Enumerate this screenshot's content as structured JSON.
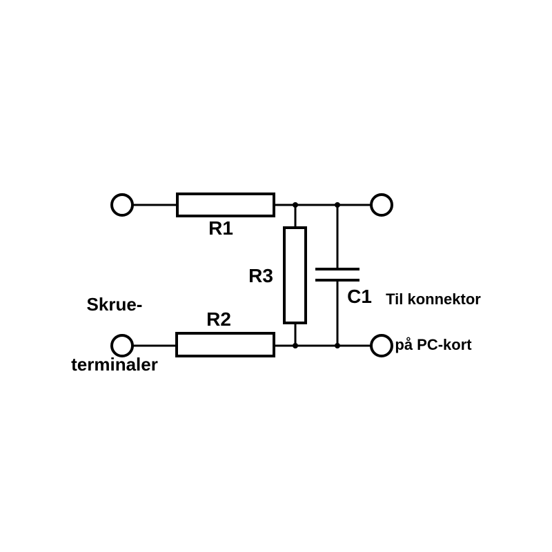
{
  "colors": {
    "stroke": "#000000",
    "fill": "#ffffff",
    "background": "#ffffff"
  },
  "components": {
    "r1": {
      "label": "R1",
      "type": "resistor"
    },
    "r2": {
      "label": "R2",
      "type": "resistor"
    },
    "r3": {
      "label": "R3",
      "type": "resistor"
    },
    "c1": {
      "label": "C1",
      "type": "capacitor"
    }
  },
  "annotations": {
    "left_terminals": {
      "line1": "Skrue-",
      "line2": "terminaler"
    },
    "right_connector": {
      "line1": "Til konnektor",
      "line2": "på PC-kort"
    }
  }
}
